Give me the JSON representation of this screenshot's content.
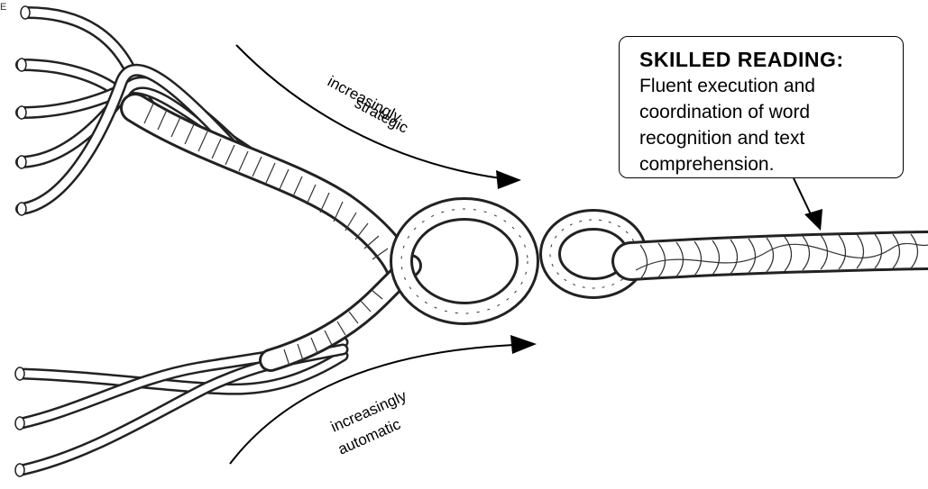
{
  "corner_mark": "E",
  "labels": {
    "strategic_line1": "increasingly",
    "strategic_line2": "strategic",
    "automatic_line1": "increasingly",
    "automatic_line2": "automatic"
  },
  "callout": {
    "title": "SKILLED READING:",
    "lines": [
      "Fluent execution and",
      "coordination of word",
      "recognition and text",
      "comprehension."
    ]
  }
}
